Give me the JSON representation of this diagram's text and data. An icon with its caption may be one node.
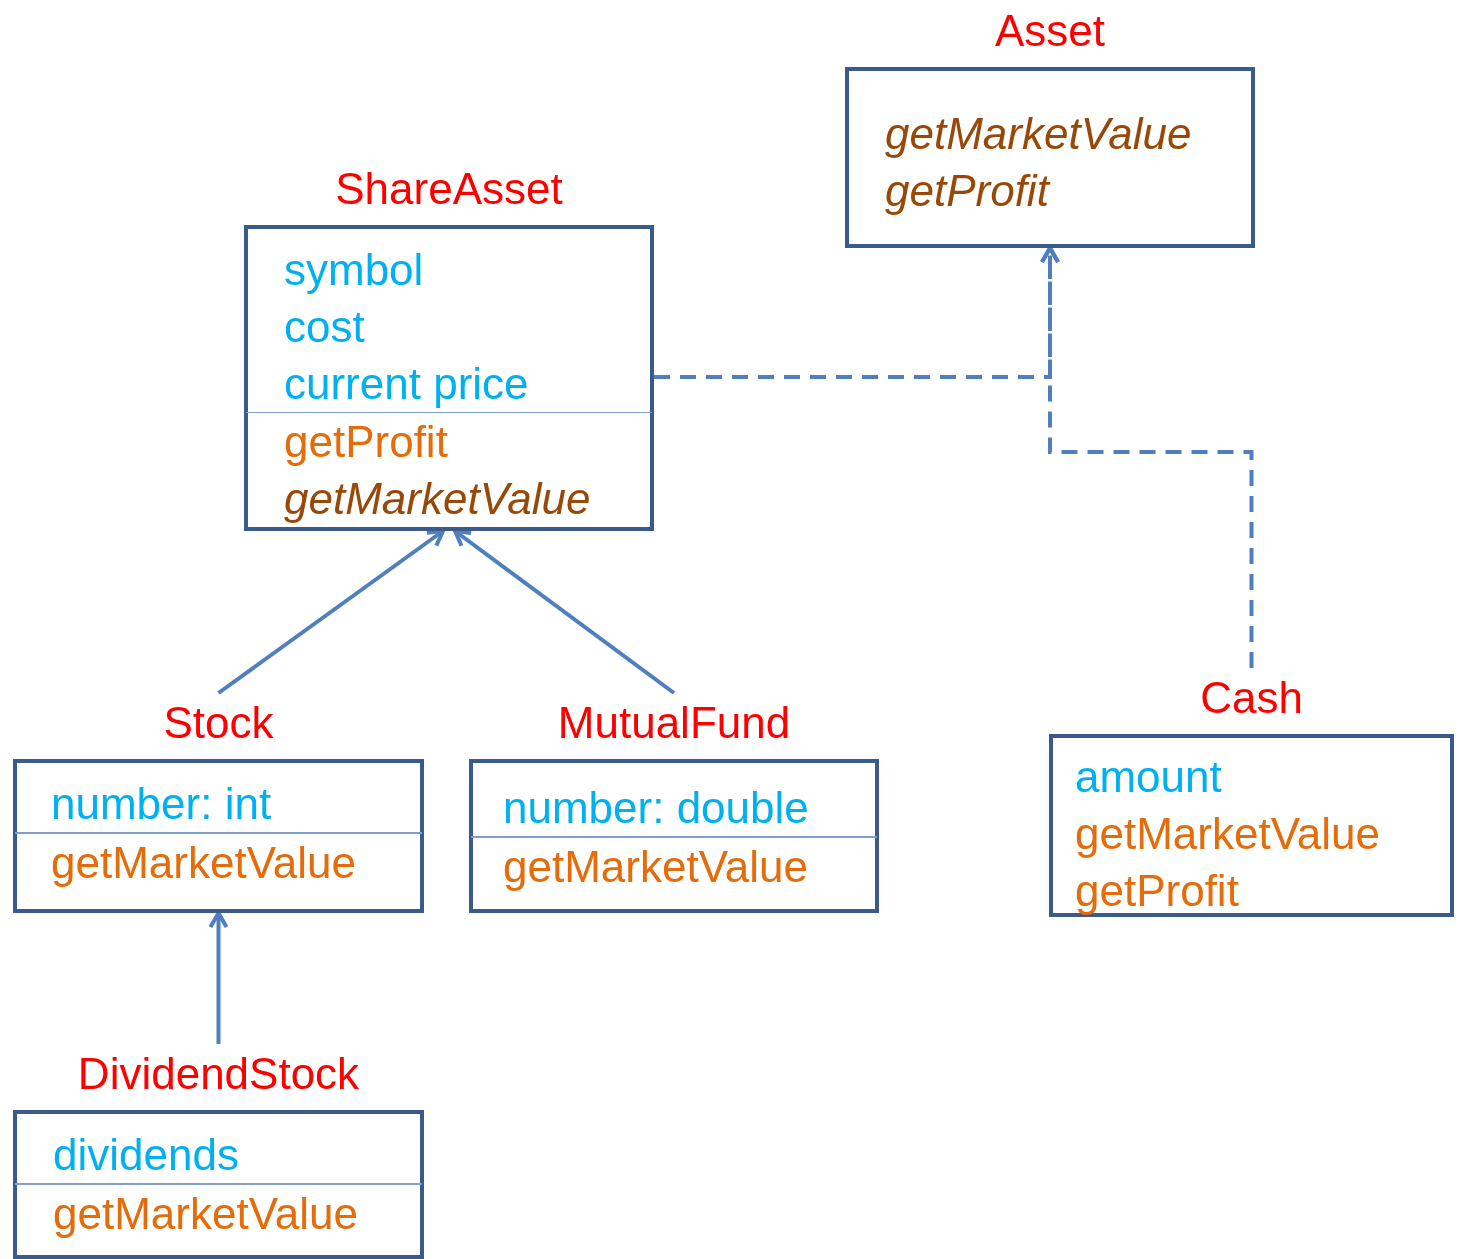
{
  "diagram": {
    "nodes": [
      {
        "text": [
          "Asset",
          "getMarketValue",
          "getProfit"
        ]
      },
      {
        "text": [
          "ShareAsset",
          "symbol",
          "cost",
          "current price",
          "getProfit",
          "getMarketValue"
        ]
      },
      {
        "text": [
          "Stock",
          "number: int",
          "getMarketValue"
        ]
      },
      {
        "text": [
          "MutualFund",
          "number: double",
          "getMarketValue"
        ]
      },
      {
        "text": [
          "Cash",
          "amount",
          "getMarketValue",
          "getProfit"
        ]
      },
      {
        "text": [
          "DividendStock",
          "dividends",
          "getMarketValue"
        ]
      }
    ],
    "edges": [
      {
        "from": 2,
        "to": 1,
        "arrow": "to"
      },
      {
        "from": 3,
        "to": 1,
        "arrow": "to"
      },
      {
        "from": 5,
        "to": 2,
        "arrow": "to"
      },
      {
        "from": 1,
        "to": 0,
        "arrow": "to",
        "style": "dashed"
      },
      {
        "from": 4,
        "to": 0,
        "arrow": "to",
        "style": "dashed"
      }
    ]
  }
}
